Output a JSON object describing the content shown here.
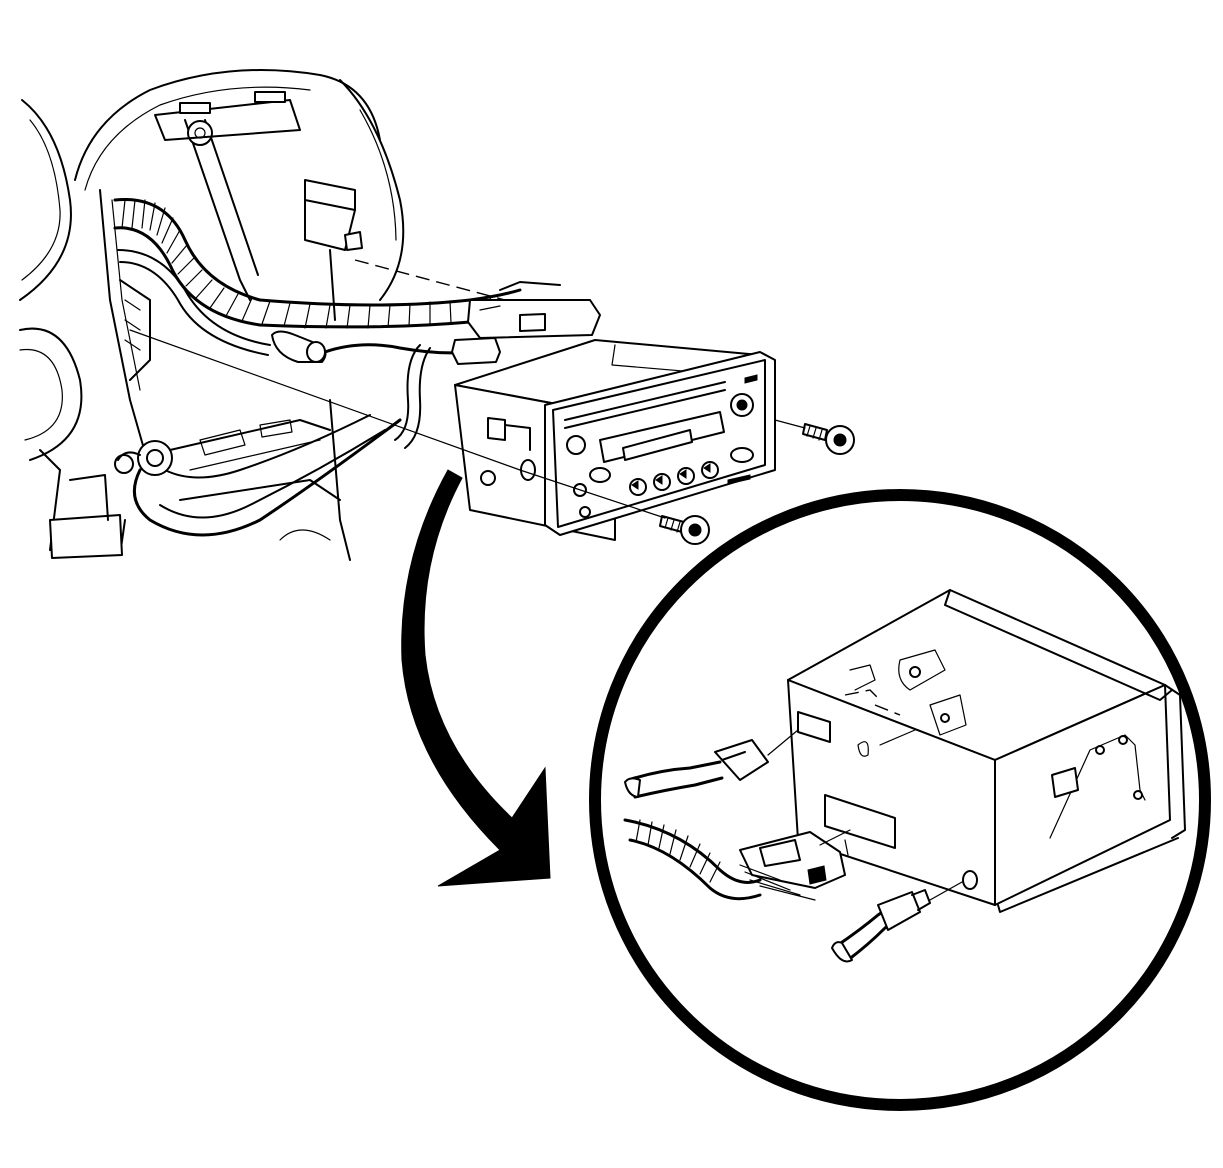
{
  "figure": {
    "kind": "service-manual-illustration",
    "style": "black-line-art",
    "background_color": "#ffffff",
    "line_color": "#000000",
    "text_labels": []
  },
  "parts": {
    "dash_cavity": "instrument-panel-radio-opening",
    "wiring_harness": "radio-wiring-harness",
    "harness_connector": "radio-harness-connector",
    "antenna_cable": "antenna-cable",
    "radio": "radio-receiver",
    "screws": [
      "radio-mounting-screw",
      "radio-mounting-screw"
    ],
    "detail_view": "radio-rear-connections-detail",
    "transition_arrow": "detail-callout-arrow"
  }
}
